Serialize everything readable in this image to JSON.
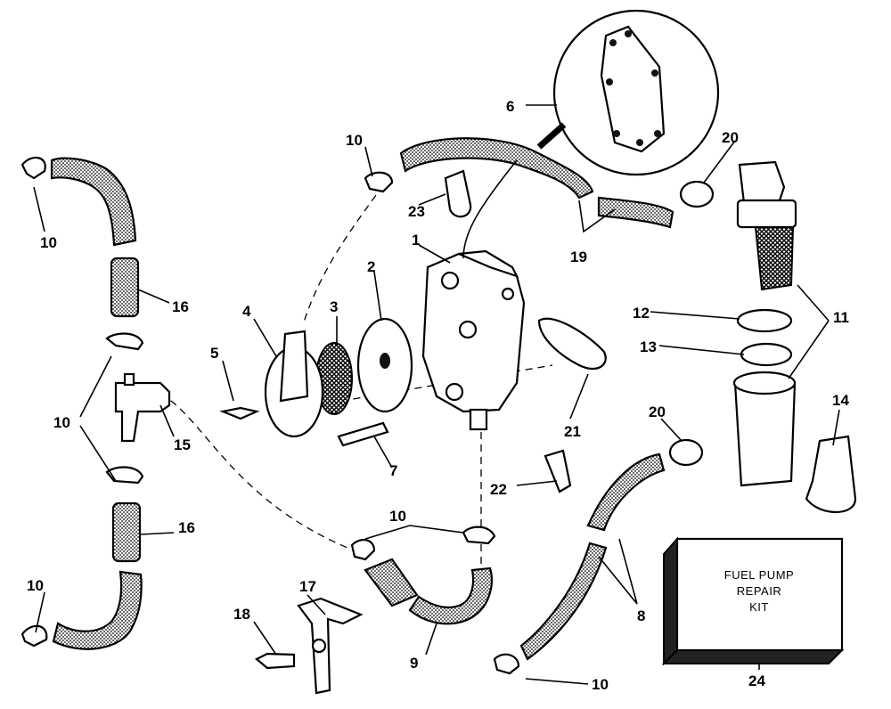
{
  "callouts": [
    {
      "id": "c1",
      "text": "1"
    },
    {
      "id": "c2",
      "text": "2"
    },
    {
      "id": "c3",
      "text": "3"
    },
    {
      "id": "c4",
      "text": "4"
    },
    {
      "id": "c5",
      "text": "5"
    },
    {
      "id": "c6",
      "text": "6"
    },
    {
      "id": "c7",
      "text": "7"
    },
    {
      "id": "c8",
      "text": "8"
    },
    {
      "id": "c9",
      "text": "9"
    },
    {
      "id": "c10a",
      "text": "10"
    },
    {
      "id": "c10b",
      "text": "10"
    },
    {
      "id": "c10c",
      "text": "10"
    },
    {
      "id": "c10d",
      "text": "10"
    },
    {
      "id": "c10e",
      "text": "10"
    },
    {
      "id": "c10f",
      "text": "10"
    },
    {
      "id": "c11",
      "text": "11"
    },
    {
      "id": "c12",
      "text": "12"
    },
    {
      "id": "c13",
      "text": "13"
    },
    {
      "id": "c14",
      "text": "14"
    },
    {
      "id": "c15",
      "text": "15"
    },
    {
      "id": "c16a",
      "text": "16"
    },
    {
      "id": "c16b",
      "text": "16"
    },
    {
      "id": "c17",
      "text": "17"
    },
    {
      "id": "c18",
      "text": "18"
    },
    {
      "id": "c19",
      "text": "19"
    },
    {
      "id": "c20a",
      "text": "20"
    },
    {
      "id": "c20b",
      "text": "20"
    },
    {
      "id": "c21",
      "text": "21"
    },
    {
      "id": "c22",
      "text": "22"
    },
    {
      "id": "c23",
      "text": "23"
    },
    {
      "id": "c24",
      "text": "24"
    }
  ],
  "repair_kit": {
    "line1": "FUEL PUMP",
    "line2": "REPAIR",
    "line3": "KIT"
  }
}
